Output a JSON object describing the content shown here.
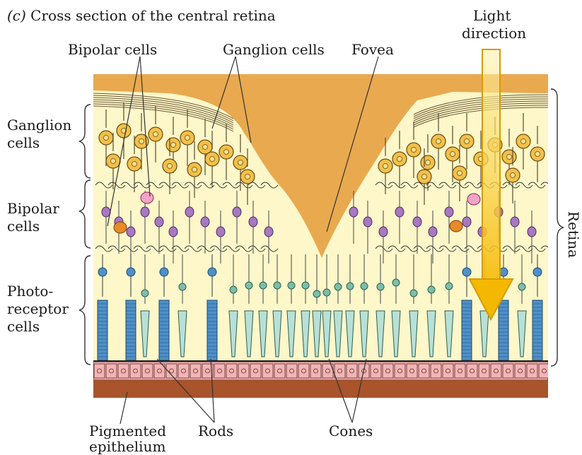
{
  "title": {
    "part": "(c)",
    "text": "Cross section of the central retina"
  },
  "top_labels": {
    "bipolar": "Bipolar cells",
    "ganglion": "Ganglion cells",
    "fovea": "Fovea",
    "light_line1": "Light",
    "light_line2": "direction"
  },
  "left_labels": {
    "ganglion_l1": "Ganglion",
    "ganglion_l2": "cells",
    "bipolar_l1": "Bipolar",
    "bipolar_l2": "cells",
    "photo_l1": "Photo-",
    "photo_l2": "receptor",
    "photo_l3": "cells"
  },
  "right_label": "Retina",
  "bottom_labels": {
    "pigmented_l1": "Pigmented",
    "pigmented_l2": "epithelium",
    "rods": "Rods",
    "cones": "Cones"
  },
  "colors": {
    "vitreous": "#e9a94f",
    "retina_bg": "#fdf7c9",
    "ganglion_cell": "#f2c04a",
    "bipolar_cell": "#a878c0",
    "rod": "#4f90c8",
    "cone": "#7cbfa8",
    "epithelium": "#f2b5b5",
    "choroid": "#a9542a",
    "light_arrow": "#f5c93a"
  },
  "icons": [
    "light-direction-arrow-icon",
    "retina-brace-icon"
  ]
}
